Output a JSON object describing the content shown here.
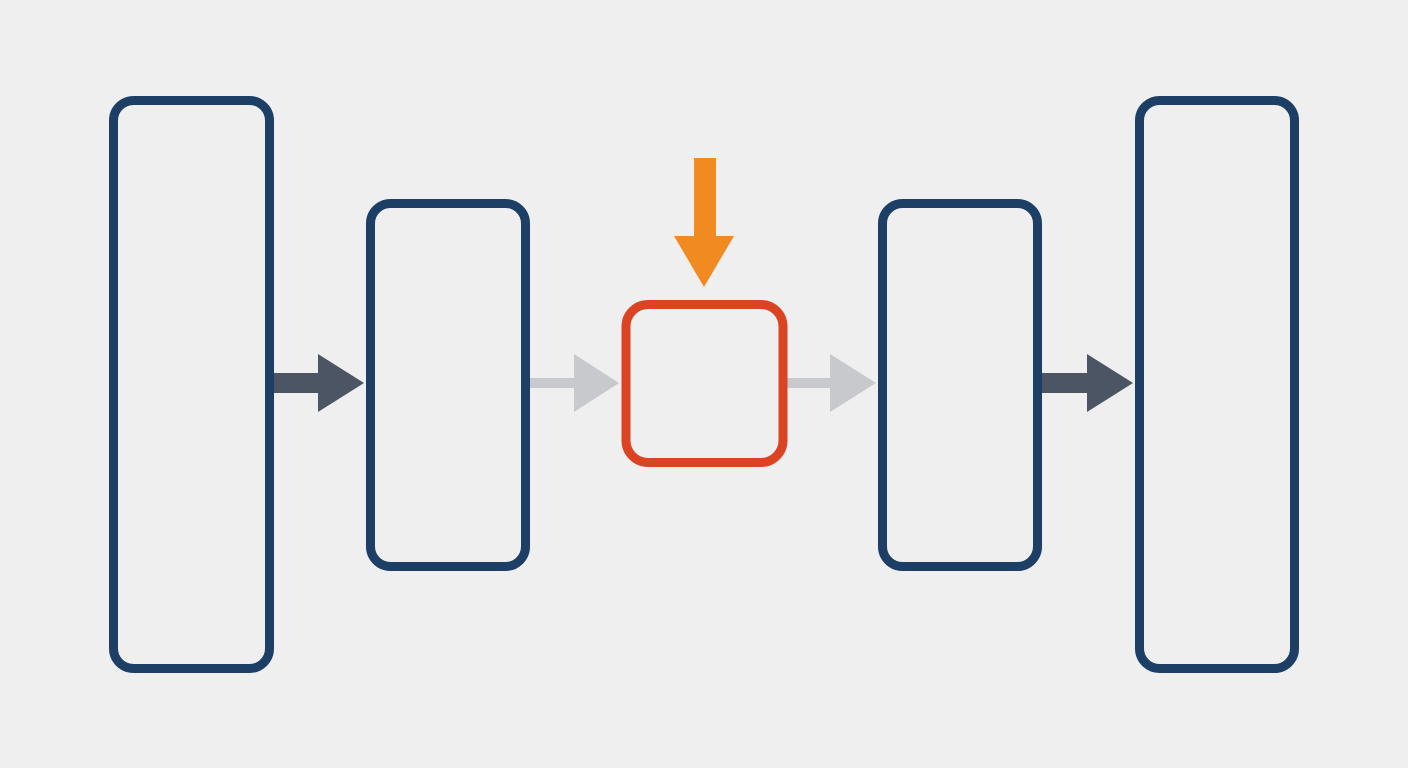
{
  "diagram": {
    "type": "flow",
    "colors": {
      "background": "#efefef",
      "block_stroke": "#1d3f66",
      "highlight_stroke": "#db4423",
      "arrow_dark": "#4b5563",
      "arrow_light": "#c7c9cc",
      "input_arrow": "#f28a22"
    },
    "blocks": [
      {
        "id": "block-1",
        "role": "outer"
      },
      {
        "id": "block-2",
        "role": "inner"
      },
      {
        "id": "block-3",
        "role": "highlighted"
      },
      {
        "id": "block-4",
        "role": "inner"
      },
      {
        "id": "block-5",
        "role": "outer"
      }
    ],
    "connections": [
      {
        "from": "block-1",
        "to": "block-2",
        "style": "dark"
      },
      {
        "from": "block-2",
        "to": "block-3",
        "style": "light"
      },
      {
        "from": "block-3",
        "to": "block-4",
        "style": "light"
      },
      {
        "from": "block-4",
        "to": "block-5",
        "style": "dark"
      }
    ],
    "input": {
      "target": "block-3",
      "direction": "down",
      "icon": "orange-down-arrow-icon"
    }
  }
}
